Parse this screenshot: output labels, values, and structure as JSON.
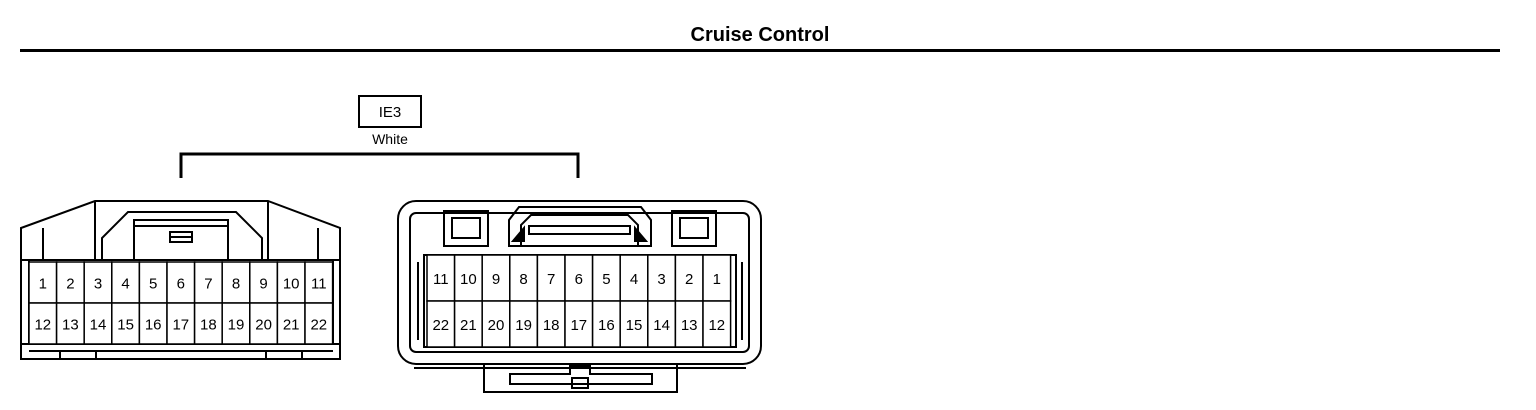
{
  "title": "Cruise Control",
  "connector": {
    "code": "IE3",
    "color": "White"
  },
  "terminals": {
    "female_top": [
      "1",
      "2",
      "3",
      "4",
      "5",
      "6",
      "7",
      "8",
      "9",
      "10",
      "11"
    ],
    "female_bottom": [
      "12",
      "13",
      "14",
      "15",
      "16",
      "17",
      "18",
      "19",
      "20",
      "21",
      "22"
    ],
    "male_top": [
      "11",
      "10",
      "9",
      "8",
      "7",
      "6",
      "5",
      "4",
      "3",
      "2",
      "1"
    ],
    "male_bottom": [
      "22",
      "21",
      "20",
      "19",
      "18",
      "17",
      "16",
      "15",
      "14",
      "13",
      "12"
    ]
  }
}
